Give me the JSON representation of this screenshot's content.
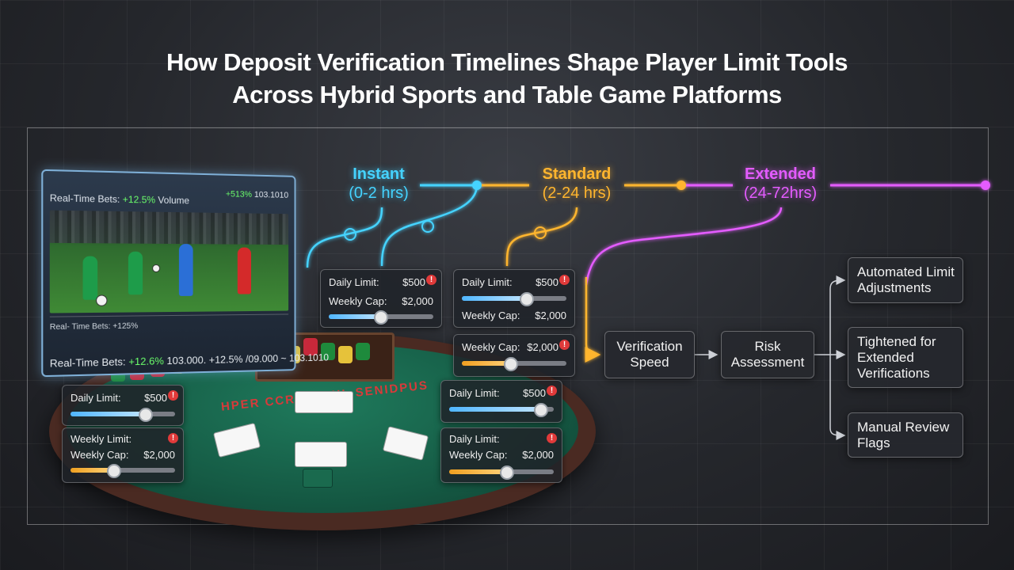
{
  "title": {
    "line1": "How Deposit Verification Timelines Shape Player Limit Tools",
    "line2": "Across Hybrid Sports and Table Game Platforms"
  },
  "tiers": [
    {
      "name": "Instant",
      "range": "(0-2 hrs)",
      "color": "#45d3ff"
    },
    {
      "name": "Standard",
      "range": "(2-24 hrs)",
      "color": "#ffb52e"
    },
    {
      "name": "Extended",
      "range": "(24-72hrs)",
      "color": "#e45cff"
    }
  ],
  "screen": {
    "top_prefix": "Real-Time Bets: ",
    "top_change": "+12.5%",
    "top_suffix": " Volume",
    "top_right_change": "+513%",
    "top_right_value": "103.1010",
    "mid_label": "Real- Time Bets: +125%",
    "bottom_prefix": "Real-Time Bets: ",
    "bottom_change": "+12.6%",
    "bottom_rest": " 103.000. +12.5% /09.000 ~ 103.1010"
  },
  "table": {
    "felt_text": "HPER CCRK MUHL SENIDPUS"
  },
  "limit_cards": {
    "instant": {
      "daily_label": "Daily Limit:",
      "daily_value": "$500",
      "weekly_label": "Weekly Cap:",
      "weekly_value": "$2,000",
      "level": 0.5
    },
    "standard": {
      "daily_label": "Daily Limit:",
      "daily_value": "$500",
      "weekly_label": "Weekly Cap:",
      "weekly_value": "$2,000",
      "level": 0.62
    },
    "standard2": {
      "weekly_label": "Weekly Cap:",
      "weekly_value": "$2,000",
      "level": 0.47
    },
    "table_left": {
      "daily_label": "Daily Limit:",
      "daily_value": "$500",
      "level": 0.72
    },
    "table_left2": {
      "weekly_label1": "Weekly Limit:",
      "weekly_label": "Weekly Cap:",
      "weekly_value": "$2,000",
      "level": 0.42
    },
    "table_right": {
      "daily_label": "Daily Limit:",
      "daily_value": "$500",
      "level": 0.88
    },
    "table_right2": {
      "daily_label": "Daily Limit:",
      "weekly_label": "Weekly Cap:",
      "weekly_value": "$2,000",
      "level": 0.55
    }
  },
  "flow": {
    "verification_speed": "Verification Speed",
    "risk_assessment": "Risk Assessment",
    "outcomes": [
      "Automated Limit Adjustments",
      "Tightened for Extended Verifications",
      "Manual Review Flags"
    ]
  },
  "alert_glyph": "!"
}
